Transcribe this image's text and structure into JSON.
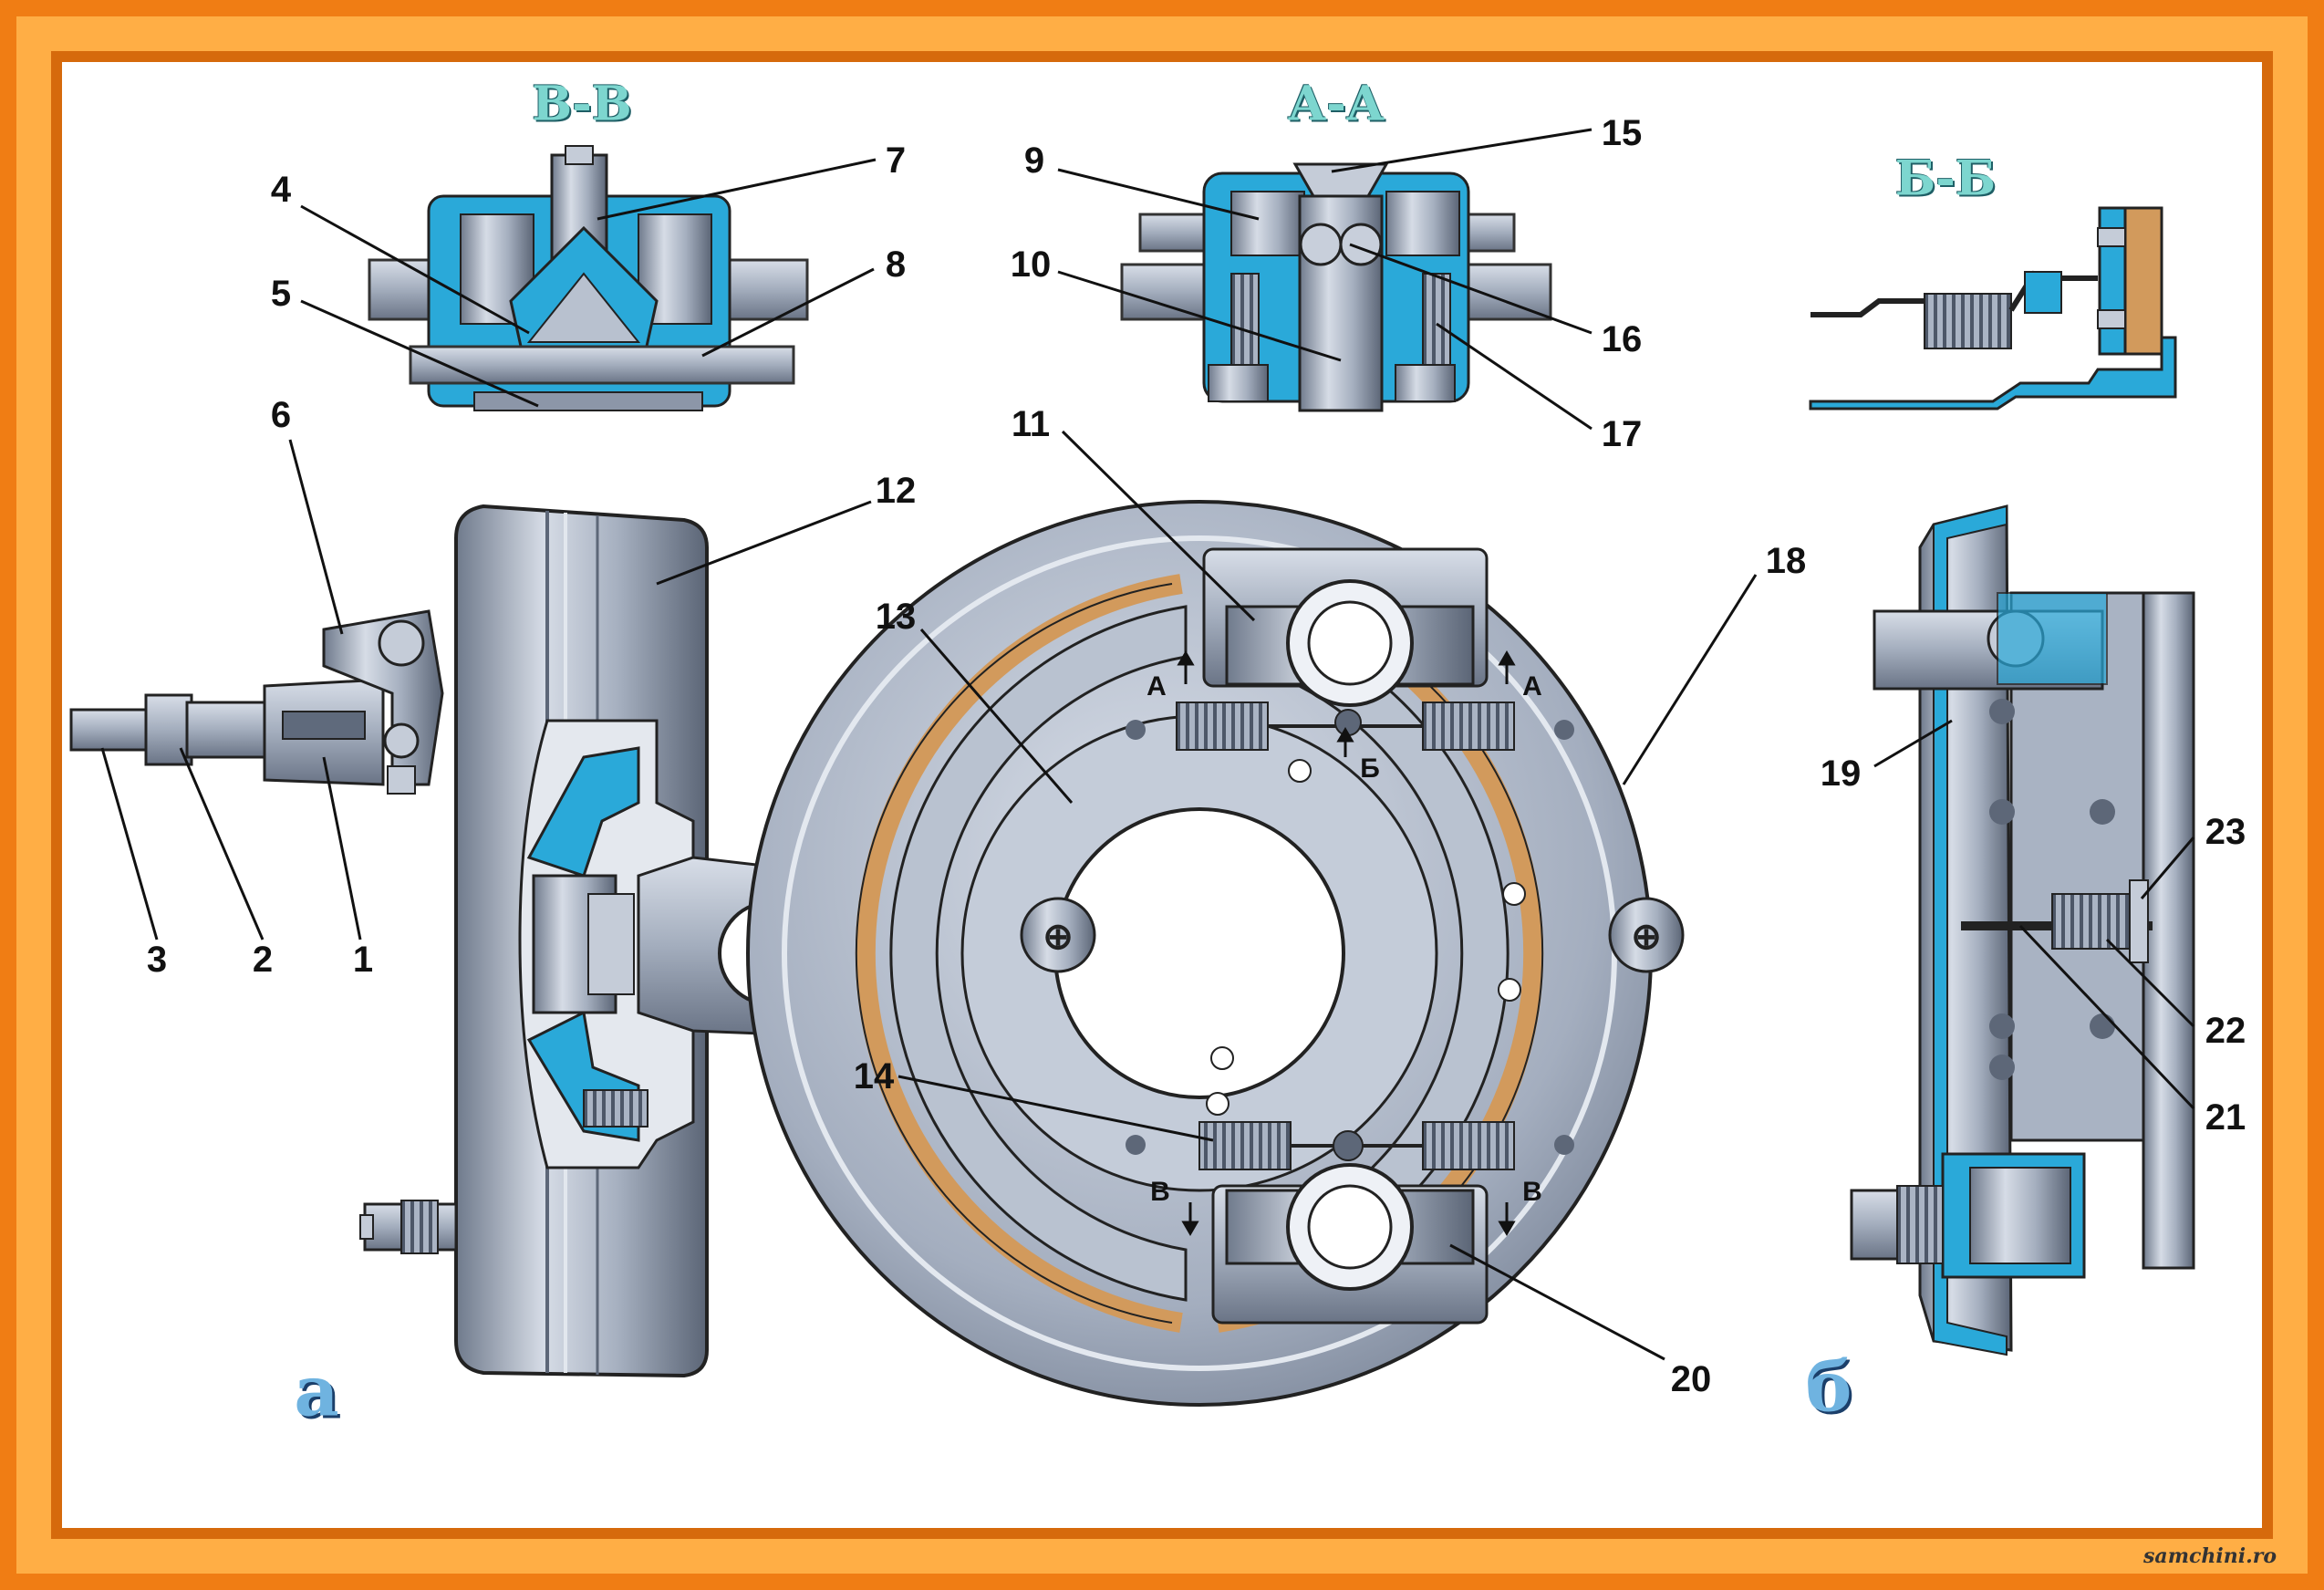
{
  "section_titles": {
    "vv": "В-В",
    "aa": "А-А",
    "bb": "Б-Б"
  },
  "view_letters": {
    "a": "а",
    "b": "б"
  },
  "cut_marks": {
    "a": "А",
    "b": "Б",
    "v": "В"
  },
  "callouts": [
    "1",
    "2",
    "3",
    "4",
    "5",
    "6",
    "7",
    "8",
    "9",
    "10",
    "11",
    "12",
    "13",
    "14",
    "15",
    "16",
    "17",
    "18",
    "19",
    "20",
    "21",
    "22",
    "23"
  ],
  "watermark": "samchini.ro",
  "colors": {
    "frame_orange": "#f58a1f",
    "frame_inner": "#ffb04a",
    "metal": "#a9b3c3",
    "metal_dark": "#5d6778",
    "section_blue": "#2aa9d9",
    "lining": "#d29a5c"
  }
}
